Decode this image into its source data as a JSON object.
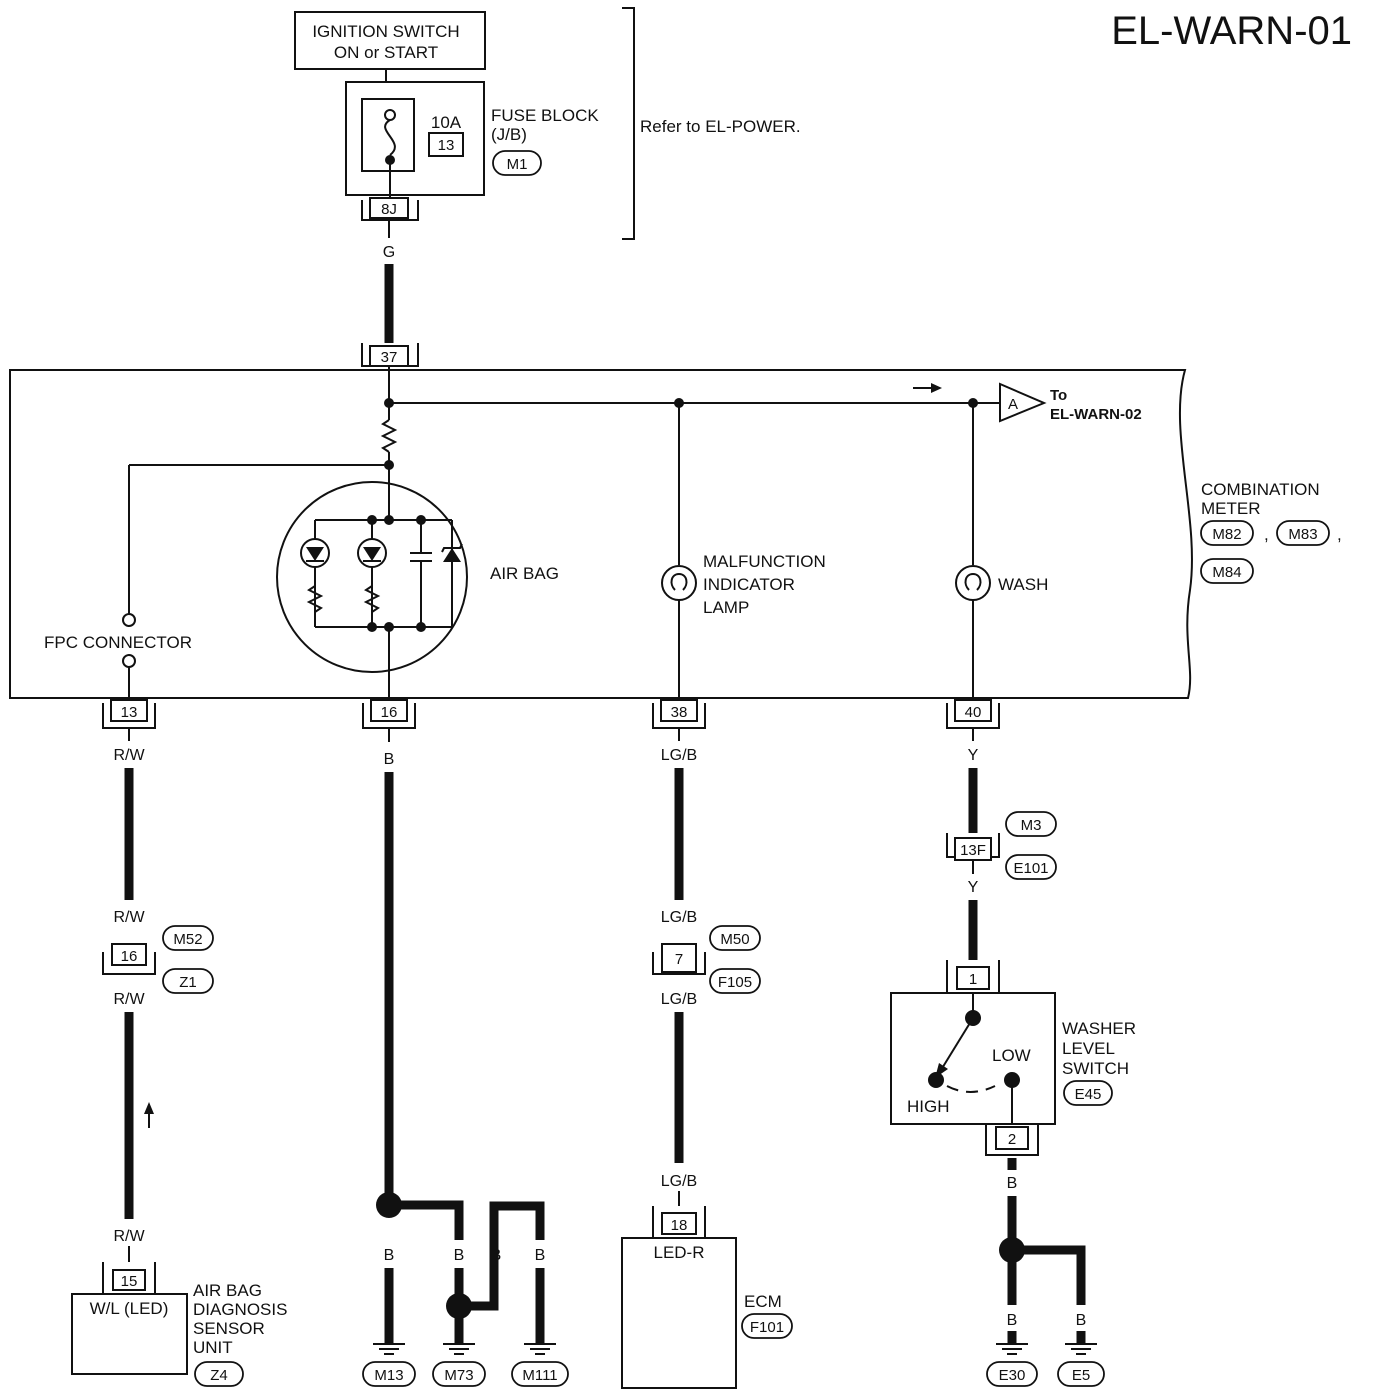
{
  "page_code": "EL-WARN-01",
  "ignition": {
    "line1": "IGNITION SWITCH",
    "line2": "ON or START"
  },
  "fuse": {
    "amp": "10A",
    "number": "13",
    "block_line1": "FUSE BLOCK",
    "block_line2": "(J/B)",
    "block_connector": "M1",
    "output_pin": "8J",
    "refer": "Refer to EL-POWER."
  },
  "wires": {
    "supply": "G",
    "fpc": "R/W",
    "airbag_ground": "B",
    "mil": "LG/B",
    "wash": "Y",
    "ground": "B"
  },
  "combination_meter": {
    "label_line1": "COMBINATION",
    "label_line2": "METER",
    "connectors": [
      "M82",
      "M83",
      "M84"
    ],
    "sep": ",",
    "input_pin": "37",
    "out_pins": {
      "fpc": "13",
      "airbag": "16",
      "mil": "38",
      "wash": "40"
    },
    "airbag_label": "AIR BAG",
    "fpc_label": "FPC CONNECTOR",
    "mil_line1": "MALFUNCTION",
    "mil_line2": "INDICATOR",
    "mil_line3": "LAMP",
    "wash_label": "WASH"
  },
  "offpage": {
    "ref": "A",
    "to_line1": "To",
    "to_line2": "EL-WARN-02"
  },
  "harness_connectors": {
    "fpc_pin": "16",
    "fpc_a": "M52",
    "fpc_b": "Z1",
    "mil_pin": "7",
    "mil_a": "M50",
    "mil_b": "F105",
    "wash_pin": "13F",
    "wash_a": "M3",
    "wash_b": "E101"
  },
  "airbag_diag": {
    "pin": "15",
    "inner": "W/L (LED)",
    "line1": "AIR BAG",
    "line2": "DIAGNOSIS",
    "line3": "SENSOR",
    "line4": "UNIT",
    "connector": "Z4"
  },
  "ecm": {
    "pin": "18",
    "inner": "LED-R",
    "label": "ECM",
    "connector": "F101"
  },
  "washer_switch": {
    "pin_top": "1",
    "pin_bottom": "2",
    "line1": "WASHER",
    "line2": "LEVEL",
    "line3": "SWITCH",
    "connector": "E45",
    "high": "HIGH",
    "low": "LOW"
  },
  "grounds": [
    "M13",
    "M73",
    "M111",
    "E30",
    "E5"
  ]
}
